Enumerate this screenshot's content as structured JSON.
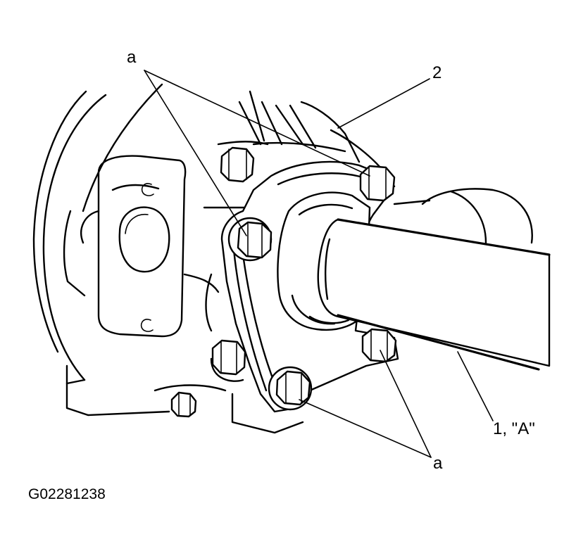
{
  "callouts": {
    "bolt_top": "a",
    "bolt_bottom": "a",
    "part_2": "2",
    "part_1": "1, \"A\""
  },
  "figure_id": "G02281238"
}
